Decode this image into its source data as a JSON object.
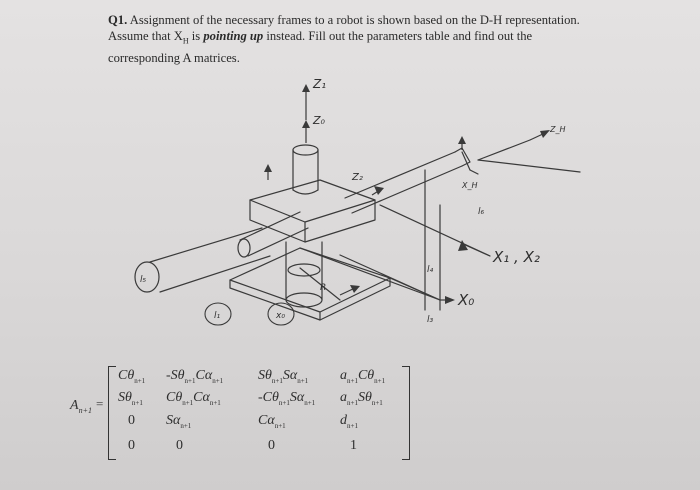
{
  "question": {
    "number": "Q1.",
    "line1_a": "Assignment of the necessary frames to a robot is shown based on the D-H representation.",
    "line2_a": "Assume that X",
    "line2_sub": "H",
    "line2_b": " is ",
    "line2_emph": "pointing up",
    "line2_c": " instead. Fill out the parameters table and find out the",
    "line3": "corresponding A matrices."
  },
  "figure_labels": {
    "z1": "Z₁",
    "z0": "Z₀",
    "z2": "Z₂",
    "zh": "Z_H",
    "xh": "X_H",
    "l6": "l₆",
    "l4": "l₄",
    "l3": "l₃",
    "l5": "l₅",
    "l1": "l₁",
    "x0_small": "x₀",
    "r": "R",
    "x1x2": "X₁ , X₂",
    "x0": "X₀"
  },
  "matrix": {
    "label": "A",
    "label_sub": "n+1",
    "equals": "=",
    "rows": [
      [
        {
          "a": "Cθ",
          "s": "n+1"
        },
        {
          "a": "-Sθ",
          "s": "n+1",
          "b": "Cα",
          "t": "n+1"
        },
        {
          "a": "Sθ",
          "s": "n+1",
          "b": "Sα",
          "t": "n+1"
        },
        {
          "a": "a",
          "s": "n+1",
          "b": "Cθ",
          "t": "n+1"
        }
      ],
      [
        {
          "a": "Sθ",
          "s": "n+1"
        },
        {
          "a": "Cθ",
          "s": "n+1",
          "b": "Cα",
          "t": "n+1"
        },
        {
          "a": "-Cθ",
          "s": "n+1",
          "b": "Sα",
          "t": "n+1"
        },
        {
          "a": "a",
          "s": "n+1",
          "b": "Sθ",
          "t": "n+1"
        }
      ],
      [
        {
          "a": "0"
        },
        {
          "a": "Sα",
          "s": "n+1"
        },
        {
          "a": "Cα",
          "s": "n+1"
        },
        {
          "a": "d",
          "s": "n+1"
        }
      ],
      [
        {
          "a": "0"
        },
        {
          "a": "0"
        },
        {
          "a": "0"
        },
        {
          "a": "1"
        }
      ]
    ]
  }
}
